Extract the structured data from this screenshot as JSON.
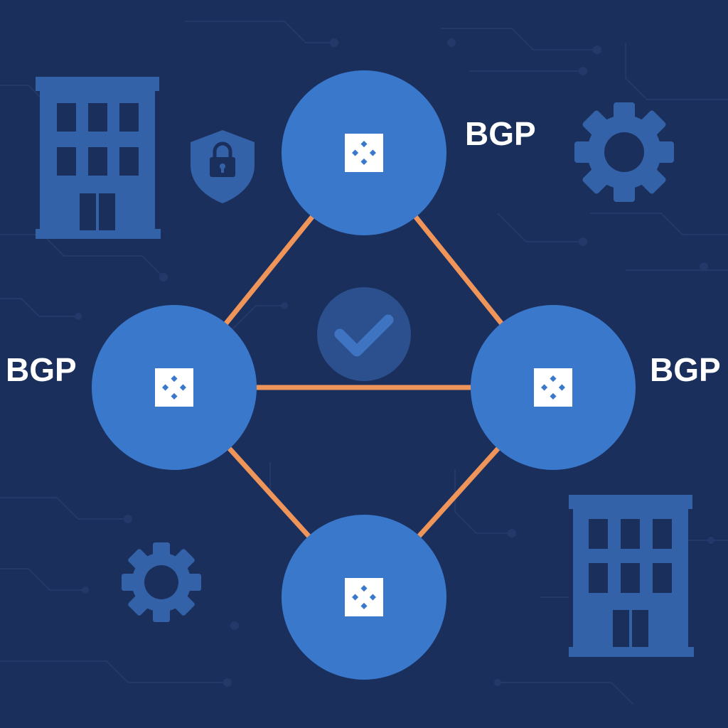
{
  "colors": {
    "background": "#1b2f5c",
    "circuit": "#24396a",
    "router": "#3a78cc",
    "link": "#f0955a",
    "icon_muted": "#3462a8",
    "check_circle": "#2c4f8e",
    "arrow": "#ffffff",
    "label": "#ffffff"
  },
  "routers": [
    {
      "id": "top",
      "icon": "router-arrows-icon",
      "label": "BGP"
    },
    {
      "id": "left",
      "icon": "router-arrows-icon",
      "label": "BGP"
    },
    {
      "id": "right",
      "icon": "router-arrows-icon",
      "label": "BGP"
    },
    {
      "id": "bottom",
      "icon": "router-arrows-icon",
      "label": ""
    }
  ],
  "links": [
    {
      "from": "top",
      "to": "left"
    },
    {
      "from": "top",
      "to": "right"
    },
    {
      "from": "left",
      "to": "right"
    },
    {
      "from": "left",
      "to": "bottom"
    },
    {
      "from": "right",
      "to": "bottom"
    }
  ],
  "decorations": [
    {
      "icon": "building-icon"
    },
    {
      "icon": "shield-lock-icon"
    },
    {
      "icon": "gear-icon"
    },
    {
      "icon": "check-icon"
    },
    {
      "icon": "gear-icon"
    },
    {
      "icon": "building-icon"
    }
  ]
}
